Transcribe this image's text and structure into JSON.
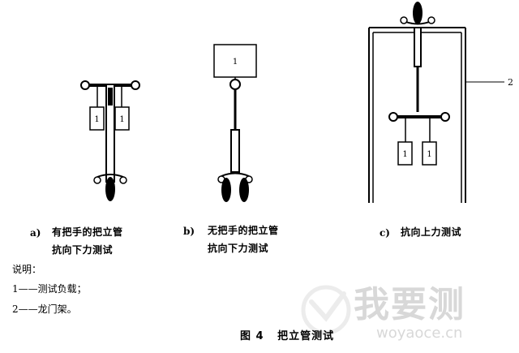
{
  "load_label": "1",
  "gantry_label": "2",
  "subfigures": {
    "a": {
      "letter": "a)",
      "line1": "有把手的把立管",
      "line2": "抗向下力测试"
    },
    "b": {
      "letter": "b)",
      "line1": "无把手的把立管",
      "line2": "抗向下力测试"
    },
    "c": {
      "letter": "c)",
      "line1": "抗向上力测试"
    }
  },
  "legend": {
    "heading": "说明：",
    "items": [
      "1——测试负载；",
      "2——龙门架。"
    ]
  },
  "figure_title": "图 4   把立管测试",
  "watermark": {
    "text": "我要测",
    "url": "woyaoce.cn"
  }
}
